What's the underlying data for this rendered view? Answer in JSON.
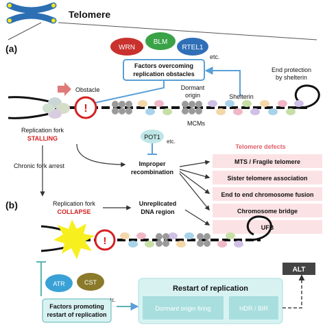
{
  "header": {
    "title": "Telomere"
  },
  "panel_a": {
    "label": "(a)",
    "helicases": [
      "WRN",
      "BLM",
      "RTEL1"
    ],
    "helicases_etc": "etc.",
    "factors_box": [
      "Factors overcoming",
      "replication obstacles"
    ],
    "end_protection": [
      "End protection",
      "by shelterin"
    ],
    "obstacle": "Obstacle",
    "dormant_origin": [
      "Dormant",
      "origin"
    ],
    "shelterin": "Shelterin",
    "mcms": "MCMs",
    "fork": [
      "Replication fork",
      "STALLING"
    ],
    "pot1": "POT1",
    "pot1_etc": "etc.",
    "telomere_defects_title": "Telomere defects",
    "defects": [
      "MTS / Fragile telomere",
      "Sister telomere association",
      "End to end chromosome fusion",
      "Chromosome bridge",
      "UFB"
    ],
    "chronic": "Chronic fork arrest",
    "improper": [
      "Improper",
      "recombination"
    ],
    "obstacle_mark": "!"
  },
  "panel_b": {
    "label": "(b)",
    "fork": [
      "Replication fork",
      "COLLAPSE"
    ],
    "unreplicated": [
      "Unreplicated",
      "DNA region"
    ],
    "atr": "ATR",
    "cst": "CST",
    "etc": "etc.",
    "promoting_box": [
      "Factors promoting",
      "restart of replication"
    ],
    "restart_title": "Restart of replication",
    "dormant_firing": "Dormant origin firing",
    "hdr": "HDR / BIR",
    "alt": "ALT",
    "obstacle_mark": "!"
  },
  "colors": {
    "wrn": "#c8312d",
    "blm": "#3aa247",
    "rtel1": "#2f6fb7",
    "factor_box_border": "#5a9fd6",
    "arrow_red": "#d23b3b",
    "defect_fill": "#fbe2e4",
    "defect_title": "#e0606a",
    "teal_light": "#d8f2f2",
    "teal_mid": "#a8dede",
    "stall_red": "#d42020",
    "burst": "#f8ef1e"
  }
}
